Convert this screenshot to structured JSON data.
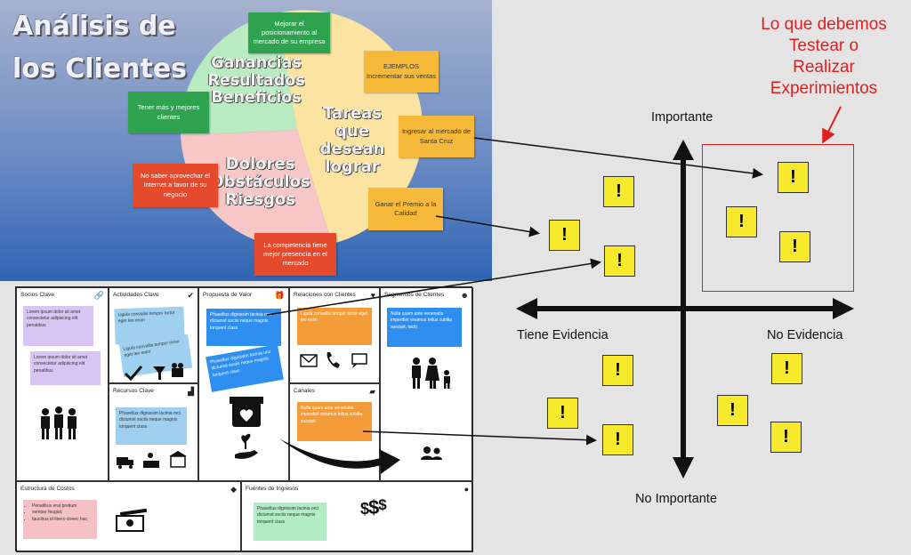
{
  "customer_analysis": {
    "title_line1": "Análisis de",
    "title_line2": "los Clientes",
    "circle_gains": [
      "Ganancias",
      "Resultados",
      "Beneficios"
    ],
    "circle_tasks": [
      "Tareas",
      "que desean",
      "lograr"
    ],
    "circle_pains": [
      "Dolores",
      "Obstáculos",
      "Riesgos"
    ],
    "notes": {
      "mejorar": "Mejorar el posicionamiento al mercado de su empresa",
      "tener": "Tener más y mejores clientes",
      "ejemplos": "EJEMPLOS Incrementar sus ventas",
      "ingresar": "Ingresar al mercado de Santa Cruz",
      "premio": "Ganar el Premio a la Calidad",
      "no_saber": "No saber aprovechar el Internet a favor de su negocio",
      "competencia": "La competencia tiene mejor presencia en el mercado"
    }
  },
  "canvas": {
    "socios": {
      "title": "Socios Clave",
      "note1": "Lorem ipsum dolor sit amet consectetur adipiscing elit penatibus",
      "note2": "Lorem ipsum dolor sit amet consectetur adipiscing elit penatibus"
    },
    "actividades": {
      "title": "Actividades Clave",
      "note1": "Ligula convallis tempor tortor eget leo enim",
      "note2": "Ligula convallis tempor tortor eget leo enim"
    },
    "propuesta": {
      "title": "Propuesta de Valor",
      "note1": "Phasellus dignissim lacinia orci dictumst sociis neque magnis torquent class",
      "note2": "Phasellus dignissim lacinia orci dictumst sociis neque magnis torquent class"
    },
    "relaciones": {
      "title": "Relaciones con Clientes",
      "note1": "Ligula convallis tempor tortor eget leo enim"
    },
    "segmentos": {
      "title": "Segmentos de Clientes",
      "note1": "Nulla quam ante venenatis imperdiet vivamus tellus cubilia suscipit, taciti"
    },
    "recursos": {
      "title": "Recursos Clave",
      "note1": "Phasellus dignissim lacinia orci dictumst sociis neque magnis torquent class"
    },
    "canales": {
      "title": "Canales",
      "note1": "Nulla quam ante venenatis imperdiet vivamus tellus cubilia suscipit"
    },
    "costos": {
      "title": "Estructura de Costos",
      "items": [
        "Penatibus erat pretium",
        "semper feugiat,",
        "faucibus id libero donec hac,"
      ]
    },
    "ingresos": {
      "title": "Fuentes de Ingresos",
      "note1": "Phasellus dignissim lacinia orci dictumst sociis neque magnis torquent class"
    }
  },
  "matrix": {
    "top_label": "Importante",
    "bottom_label": "No Importante",
    "left_label": "Tiene Evidencia",
    "right_label": "No Evidencia",
    "callout_lines": [
      "Lo que debemos",
      "Testear o",
      "Realizar",
      "Experimientos"
    ],
    "warn_glyph": "!"
  },
  "colors": {
    "warning": "#f7ea2c",
    "callout": "#e02020",
    "green_note": "#2fa250",
    "yellow_note": "#f6b93a",
    "red_note": "#e64a2c"
  }
}
